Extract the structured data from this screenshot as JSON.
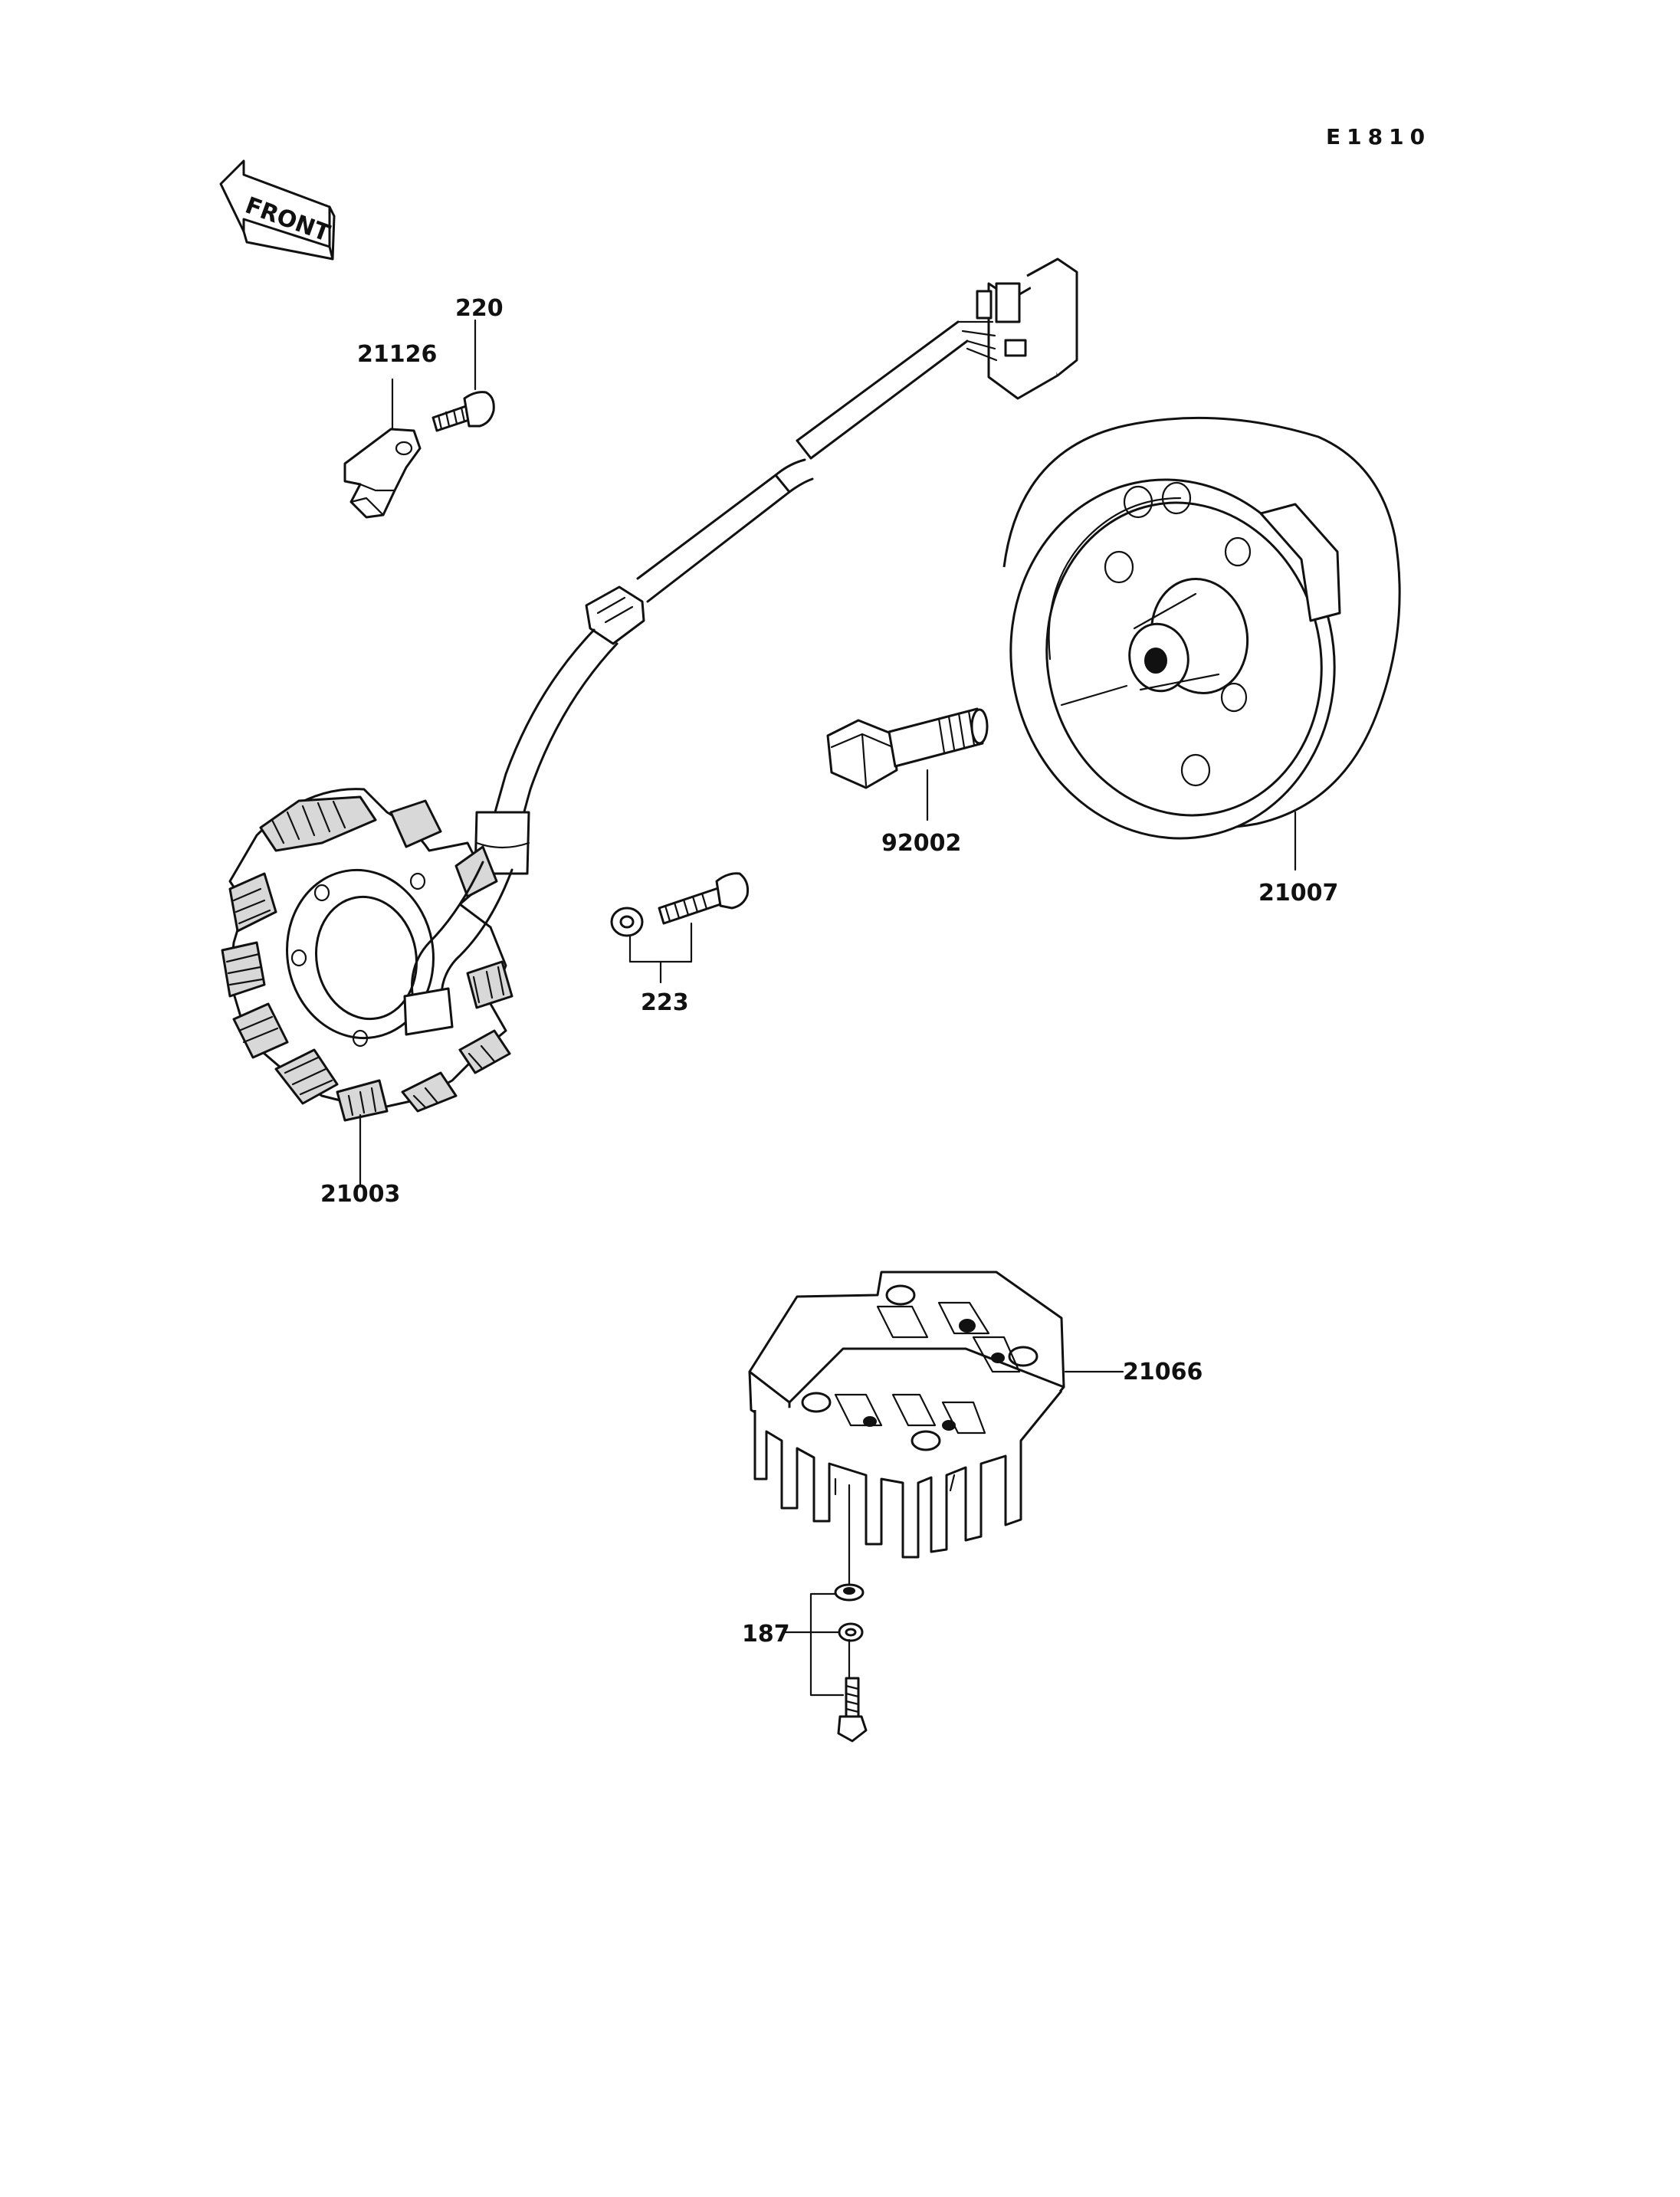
{
  "diagram": {
    "code": "E1810",
    "front_label": "FRONT",
    "parts": [
      {
        "number": "21126"
      },
      {
        "number": "220"
      },
      {
        "number": "21007"
      },
      {
        "number": "92002"
      },
      {
        "number": "223"
      },
      {
        "number": "21003"
      },
      {
        "number": "21066"
      },
      {
        "number": "187"
      }
    ]
  }
}
